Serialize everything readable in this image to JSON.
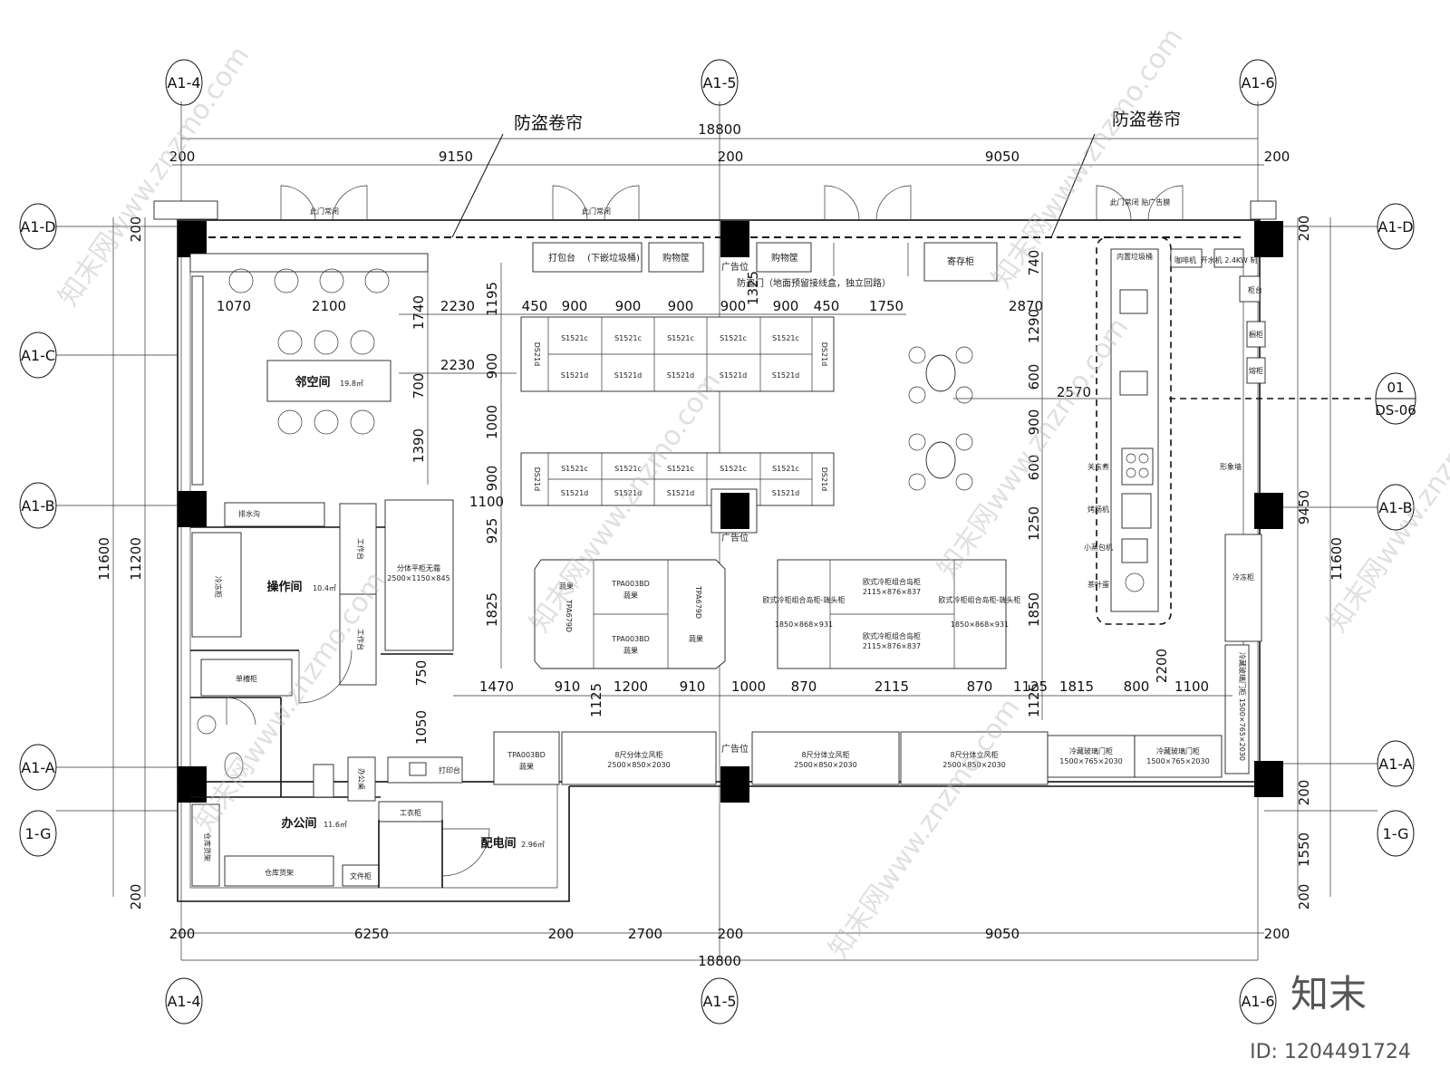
{
  "axes": {
    "top": [
      "A1-4",
      "A1-5",
      "A1-6"
    ],
    "bottom": [
      "A1-4",
      "A1-5",
      "A1-6"
    ],
    "left": [
      "A1-D",
      "A1-C",
      "A1-B",
      "A1-A",
      "1-G"
    ],
    "right": [
      "A1-D",
      "A1-B",
      "A1-A",
      "1-G"
    ]
  },
  "annotations": {
    "shutter_left": "防盗卷帘",
    "shutter_right": "防盗卷帘",
    "section_ref_num": "01",
    "section_ref_sheet": "DS-06"
  },
  "dims": {
    "top_total": "18800",
    "top_parts": [
      "200",
      "9150",
      "200",
      "9050",
      "200"
    ],
    "bottom_total": "18800",
    "bottom_parts": [
      "200",
      "6250",
      "200",
      "2700",
      "200",
      "9050",
      "200"
    ],
    "left_outer": "11600",
    "left_inner": "11200",
    "left_parts": [
      "200",
      "200"
    ],
    "right_outer": "11600",
    "right_parts": [
      "200",
      "9450",
      "200",
      "1550",
      "200"
    ],
    "row_top": [
      "1070",
      "2100",
      "2230",
      "450",
      "900",
      "900",
      "900",
      "900",
      "900",
      "450",
      "1750",
      "2870"
    ],
    "row_mid": "2230",
    "row_bottom": [
      "1470",
      "910",
      "1200",
      "910",
      "1000",
      "870",
      "2115",
      "870",
      "1125",
      "1815",
      "800",
      "1100"
    ],
    "vert_left": [
      "1740",
      "700",
      "1390"
    ],
    "vert_mid": [
      "1195",
      "900",
      "1000",
      "900",
      "925",
      "1825",
      "750",
      "1050"
    ],
    "vert_col": [
      "1325",
      "1125"
    ],
    "vert_right": [
      "740",
      "1290",
      "600",
      "900",
      "600",
      "1250",
      "1850",
      "1125"
    ],
    "misc": [
      "1100",
      "2570",
      "2200"
    ]
  },
  "rooms": {
    "neighbor": "邻空间",
    "neighbor_area": "19.8㎡",
    "operation": "操作间",
    "operation_area": "10.4㎡",
    "office": "办公间",
    "office_area": "11.6㎡",
    "power": "配电间",
    "power_area": "2.96㎡"
  },
  "labels": {
    "door_closed": "此门常闭",
    "door_right": "此门常闭 贴广告膜",
    "pack_table": "打包台",
    "trash_tray": "(下嵌垃圾桶)",
    "cart": "购物筐",
    "ad": "广告位",
    "cart2": "购物筐",
    "anti_theft": "防盗门（地面预留接线盒，独立回路）",
    "sendcab": "寄存柜",
    "hot_cab": "内置垃圾桶",
    "coffee": "咖啡机",
    "water": "开水机 2.4KW 制",
    "cabinet_a": "柜台",
    "cabinet_b": "橱柜",
    "cabinet_c": "熔柜",
    "drain": "排水沟",
    "freezer": "冷冻柜",
    "work_table": "工作台",
    "split_freezer": "分体平柜无霜",
    "split_freezer_size": "2500×1150×845",
    "single_sink": "单槽柜",
    "dsp": "DS21d",
    "s1521c": "S1521c",
    "s1521d": "S1521d",
    "veg": "蔬果",
    "tpa003": "TPA003BD",
    "tpa679": "TPA679D",
    "euro_combo": "欧式冷柜组合岛柜",
    "euro_size": "2115×876×837",
    "euro_end": "欧式冷柜组合岛柜-端头柜",
    "euro_end_size": "1850×868×931",
    "guandong": "关东煮",
    "oven": "烤肠机",
    "steamer": "小蒸包机",
    "tea_egg": "茶叶蛋",
    "image_wall": "形象墙",
    "freezer_r": "冷冻柜",
    "glass_door": "冷藏玻璃门柜",
    "glass_door_size": "1500×765×2030",
    "glass_side": "冷藏玻璃门柜 1500×765×2030",
    "split_air": "8尺分体立风柜",
    "split_air_size": "2500×850×2030",
    "print_table": "打印台",
    "office_desk": "办公桌",
    "locker": "工衣柜",
    "warehouse": "仓库货架",
    "warehouse2": "仓库货架",
    "file_cab": "文件柜"
  },
  "brand": {
    "logo": "知末",
    "id": "ID: 1204491724",
    "watermark": "知末网www.znzmo.com"
  }
}
